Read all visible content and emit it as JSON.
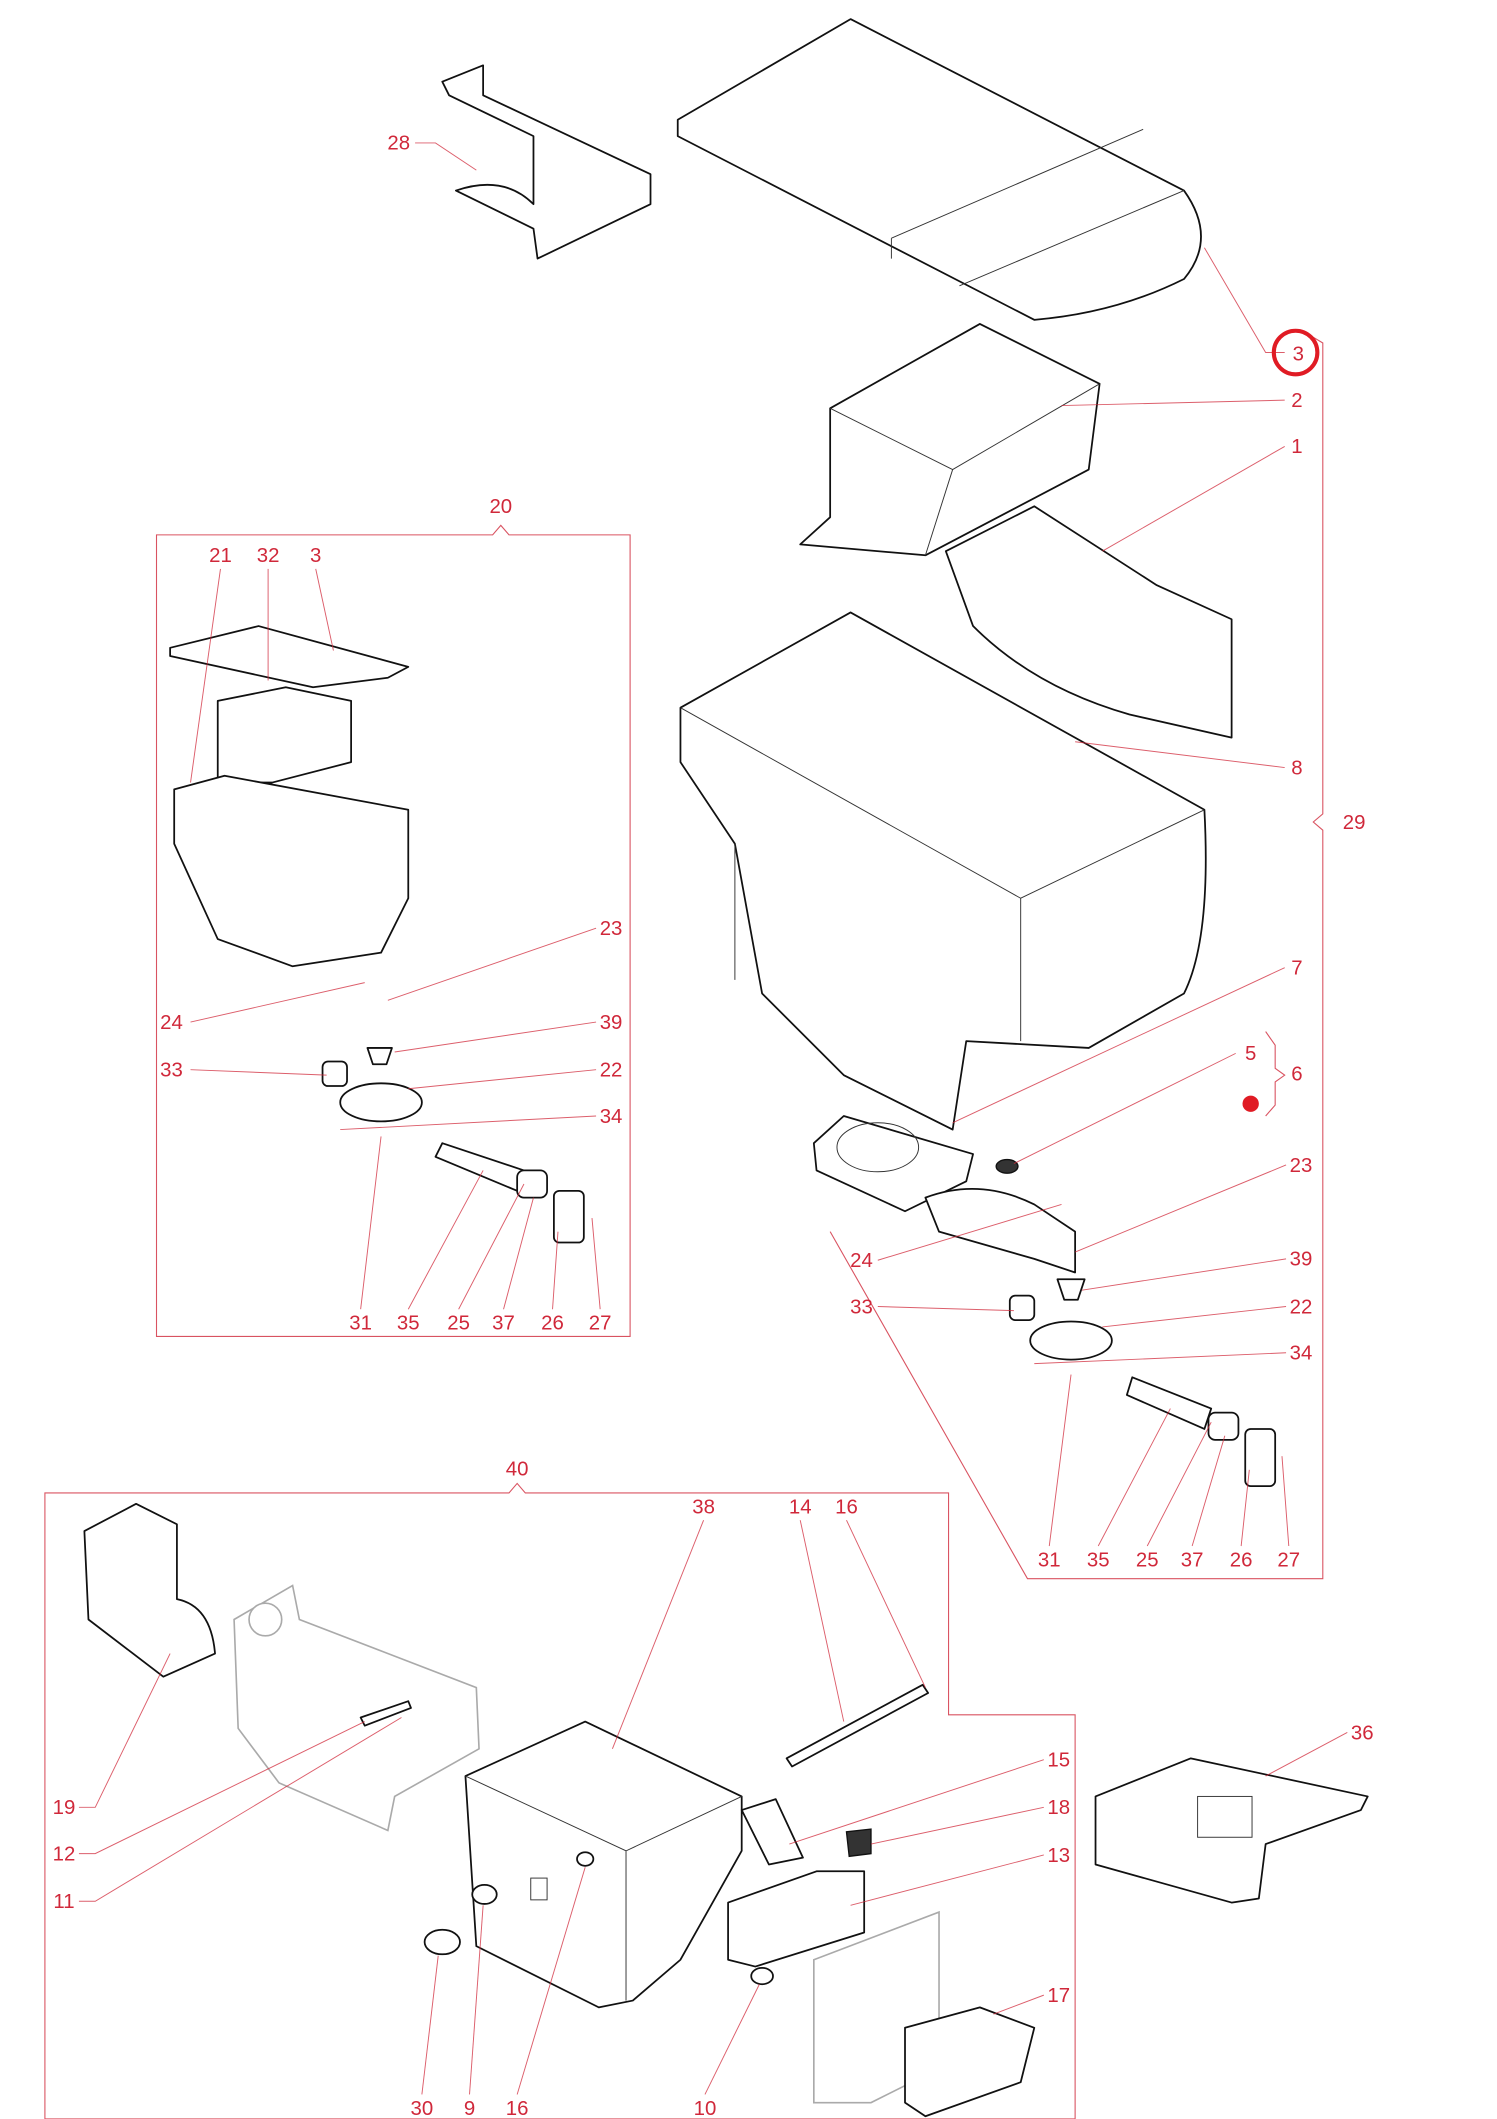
{
  "diagram": {
    "callouts": [
      "28",
      "3",
      "2",
      "1",
      "20",
      "21",
      "32",
      "3",
      "8",
      "29",
      "23",
      "7",
      "24",
      "39",
      "5",
      "6",
      "33",
      "22",
      "34",
      "23",
      "24",
      "39",
      "33",
      "22",
      "34",
      "31",
      "35",
      "25",
      "37",
      "26",
      "27",
      "31",
      "35",
      "25",
      "37",
      "26",
      "27",
      "40",
      "38",
      "14",
      "16",
      "36",
      "15",
      "18",
      "13",
      "19",
      "12",
      "11",
      "17",
      "30",
      "9",
      "16",
      "10"
    ],
    "highlight_color": "#e01b24",
    "label_color": "#d0283a"
  }
}
